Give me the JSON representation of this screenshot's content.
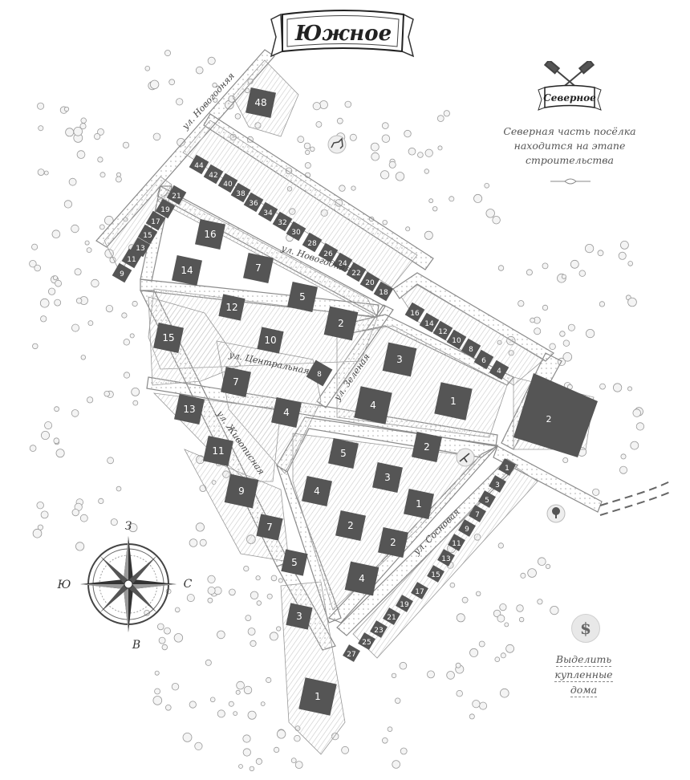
{
  "title": "Южное",
  "northern_button": {
    "label": "Северное"
  },
  "side_note": {
    "lines": [
      "Северная часть посёлка",
      "находится на этапе",
      "строительства"
    ]
  },
  "highlight_link": {
    "lines": [
      "Выделить",
      "купленные",
      "дома"
    ],
    "icon": "dollar-icon",
    "icon_glyph": "$"
  },
  "compass": {
    "n": "З",
    "w": "Ю",
    "e": "С",
    "s": "В"
  },
  "streets": {
    "novogodnyaya_1": "ул. Новогодняя",
    "novogodnyaya_2": "ул. Новогодняя",
    "centralnaya": "ул. Центральная",
    "zelenaya": "ул. Зеленая",
    "zhivopisnaya": "ул. Живописная",
    "sosnovaya": "ул. Сосновая"
  },
  "lots": {
    "l48": "48",
    "l44": "44",
    "l42": "42",
    "l40": "40",
    "l38": "38",
    "l36": "36",
    "l34": "34",
    "l32": "32",
    "l30": "30",
    "l28": "28",
    "l26": "26",
    "l24": "24",
    "l22": "22",
    "l20": "20",
    "l18": "18",
    "l21": "21",
    "l19": "19",
    "l17": "17",
    "l15a": "15",
    "l13a": "13",
    "l11a": "11",
    "l9a": "9",
    "l16a": "16",
    "l14a": "14",
    "l7a": "7",
    "l12a": "12",
    "l5a": "5",
    "l2a": "2",
    "l10a": "10",
    "l8a": "8",
    "l15b": "15",
    "l7b": "7",
    "l4a": "4",
    "l13b": "13",
    "l11b": "11",
    "l9b": "9",
    "l7c": "7",
    "l5b": "5",
    "l3a": "3",
    "l1a": "1",
    "l16b": "16",
    "l14b": "14",
    "l12b": "12",
    "l10b": "10",
    "l8b": "8",
    "l6b": "6",
    "l4b": "4",
    "l3b": "3",
    "l4c": "4",
    "l1b": "1",
    "l2b": "2",
    "l2c": "2",
    "l5c": "5",
    "l3c": "3",
    "l4d": "4",
    "l1c": "1",
    "l2d": "2",
    "l2e": "2",
    "l4e": "4",
    "s1": "1",
    "s3": "3",
    "s5": "5",
    "s7": "7",
    "s9": "9",
    "s11": "11",
    "s13": "13",
    "s15": "15",
    "s17": "17",
    "s19": "19",
    "s21": "21",
    "s23": "23",
    "s25": "25",
    "s27": "27"
  },
  "colors": {
    "house": "#555555",
    "road_line": "#8a8a8a",
    "tree_fill": "#f4f4f4",
    "tree_stroke": "#9a9a9a"
  }
}
